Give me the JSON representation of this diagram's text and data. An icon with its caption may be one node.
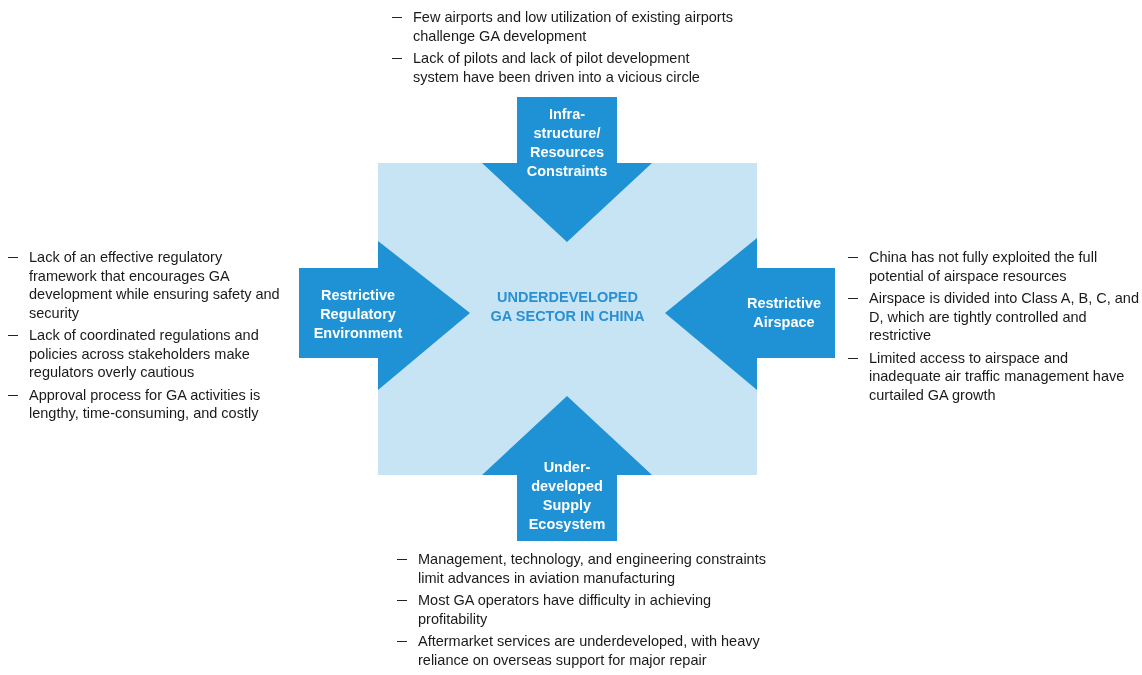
{
  "diagram": {
    "nodes": [
      {
        "text": [
          "Infra-structure/ Resources Constraints"
        ],
        "beside": [
          "Few airports and low utilization of existing airports challenge GA development",
          "Lack of pilots and lack of pilot development system have been driven into a vicious circle"
        ]
      },
      {
        "text": [
          "Restrictive Regulatory Environment"
        ],
        "beside": [
          "Lack of an effective regulatory framework that encourages GA development while ensuring safety and security",
          "Lack of coordinated regulations and policies across stakeholders make regulators overly cautious",
          "Approval process for GA activities is lengthy, time-consuming, and costly"
        ]
      },
      {
        "text": [
          "UNDERDEVELOPED GA SECTOR IN CHINA"
        ]
      },
      {
        "text": [
          "Restrictive Airspace"
        ],
        "beside": [
          "China has not fully exploited the full potential of airspace resources",
          "Airspace is divided into Class A, B, C, and D, which are tightly controlled and restrictive",
          "Limited access to airspace and inadequate air traffic management have curtailed GA growth"
        ]
      },
      {
        "text": [
          "Under-developed Supply Ecosystem"
        ],
        "beside": [
          "Management, technology, and engineering constraints limit advances in aviation manufacturing",
          "Most GA operators have difficulty in achieving profitability",
          "Aftermarket services are underdeveloped, with heavy reliance on overseas support for major repair"
        ]
      }
    ]
  }
}
